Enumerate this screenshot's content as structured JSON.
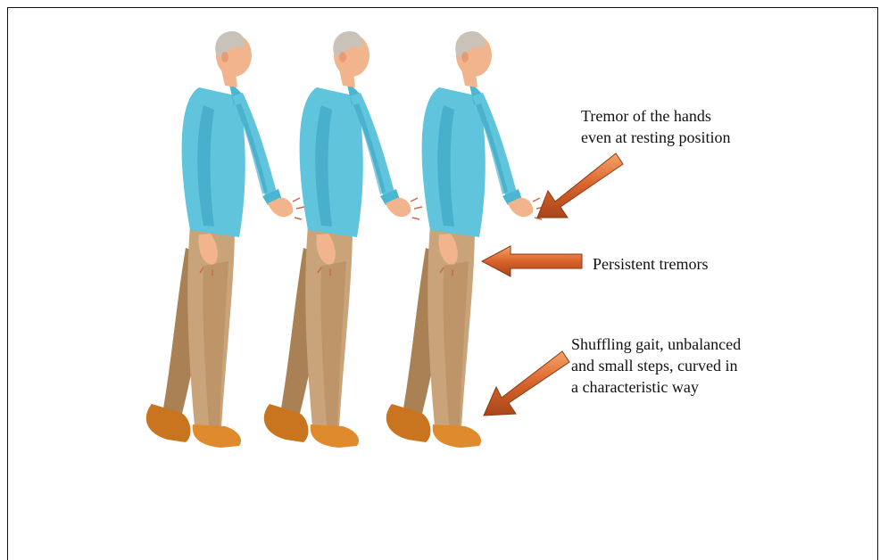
{
  "annotations": {
    "hand_tremor": [
      "Tremor of the hands",
      "even at resting position"
    ],
    "persistent": "Persistent tremors",
    "gait": [
      "Shuffling gait, unbalanced",
      "and small steps, curved  in",
      "a characteristic way"
    ]
  },
  "colors": {
    "shirt": "#5fc4dc",
    "shirt_shadow": "#3ea6c4",
    "trousers": "#c9a47a",
    "trousers_shadow": "#a98155",
    "skin": "#f2b48c",
    "shoes": "#e08a2e",
    "hair": "#c9c2b8",
    "arrow": "#d8632a"
  }
}
